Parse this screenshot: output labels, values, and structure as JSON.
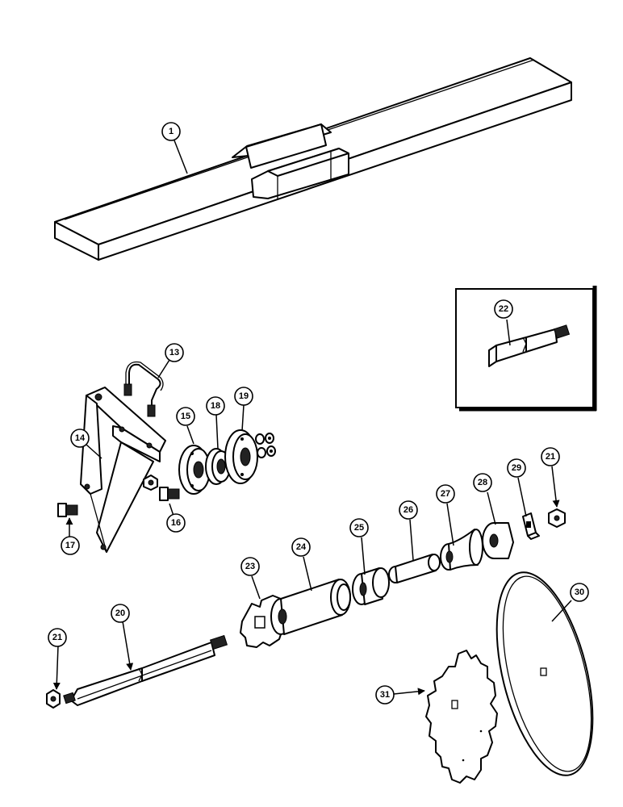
{
  "callouts": {
    "c1": "1",
    "c13": "13",
    "c14": "14",
    "c15": "15",
    "c16": "16",
    "c17": "17",
    "c18": "18",
    "c19": "19",
    "c20": "20",
    "c21a": "21",
    "c21b": "21",
    "c22": "22",
    "c23": "23",
    "c24": "24",
    "c25": "25",
    "c26": "26",
    "c27": "27",
    "c28": "28",
    "c29": "29",
    "c30": "30",
    "c31": "31"
  }
}
